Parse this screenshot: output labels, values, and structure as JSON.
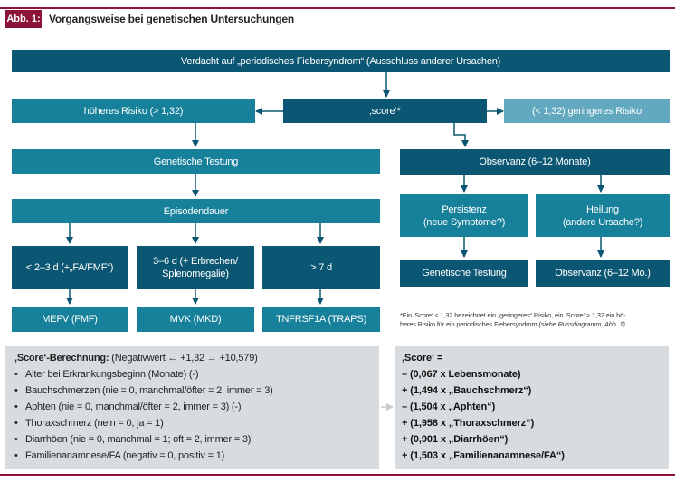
{
  "header": {
    "badge": "Abb. 1:",
    "title": "Vorgangsweise bei genetischen Untersuchungen"
  },
  "flow": {
    "top": "Verdacht auf „periodisches Fiebersyndrom“ (Ausschluss anderer Ursachen)",
    "higher_risk": "höheres Risiko (> 1,32)",
    "score": "‚score‘*",
    "lower_risk": "(< 1,32) geringeres Risiko",
    "genetic_testing": "Genetische Testung",
    "observance": "Observanz (6–12 Monate)",
    "episode_duration": "Episodendauer",
    "persistence_line1": "Persistenz",
    "persistence_line2": "(neue Symptome?)",
    "healing_line1": "Heilung",
    "healing_line2": "(andere Ursache?)",
    "dur1": "< 2–3 d (+„FA/FMF“)",
    "dur2_line1": "3–6 d (+ Erbrechen/",
    "dur2_line2": "Splenomegalie)",
    "dur3": "> 7 d",
    "genetic_testing_2": "Genetische Testung",
    "observance_2": "Observanz (6–12 Mo.)",
    "gene1": "MEFV (FMF)",
    "gene2": "MVK (MKD)",
    "gene3": "TNFRSF1A (TRAPS)"
  },
  "footnote": {
    "line1": "*Ein ‚Score‘ < 1,32 bezeichnet ein „geringeres“ Risiko, ein ‚Score‘ > 1,32 ein hö-",
    "line2": "heres Risiko für ein periodisches Fiebersyndrom",
    "line2_italic": "(siehe Russdiagramm, Abb. 1)"
  },
  "score_calc": {
    "heading": "‚Score‘-Berechnung:",
    "range": "(Negativwert ← +1,32 → +10,579)",
    "items": [
      "Alter bei Erkrankungsbeginn (Monate) (-)",
      "Bauchschmerzen (nie = 0, manchmal/öfter = 2, immer = 3)",
      "Aphten (nie = 0, manchmal/öfter = 2, immer = 3) (-)",
      "Thoraxschmerz (nein = 0, ja = 1)",
      "Diarrhöen (nie = 0, manchmal = 1; oft = 2, immer = 3)",
      "Familienanamnese/FA (negativ = 0, positiv = 1)"
    ]
  },
  "score_formula": {
    "lines": [
      "‚Score‘ =",
      "– (0,067 x Lebensmonate)",
      "+ (1,494 x „Bauchschmerz“)",
      "– (1,504 x „Aphten“)",
      "+ (1,958 x „Thoraxschmerz“)",
      "+ (0,901 x „Diarrhöen“)",
      "+ (1,503 x „Familienanamnese/FA“)"
    ]
  },
  "colors": {
    "accent": "#8b1538",
    "teal": "#17809a",
    "dark_teal": "#0b5672",
    "light_teal": "#62a9bf",
    "panel": "#d9dcdf"
  }
}
